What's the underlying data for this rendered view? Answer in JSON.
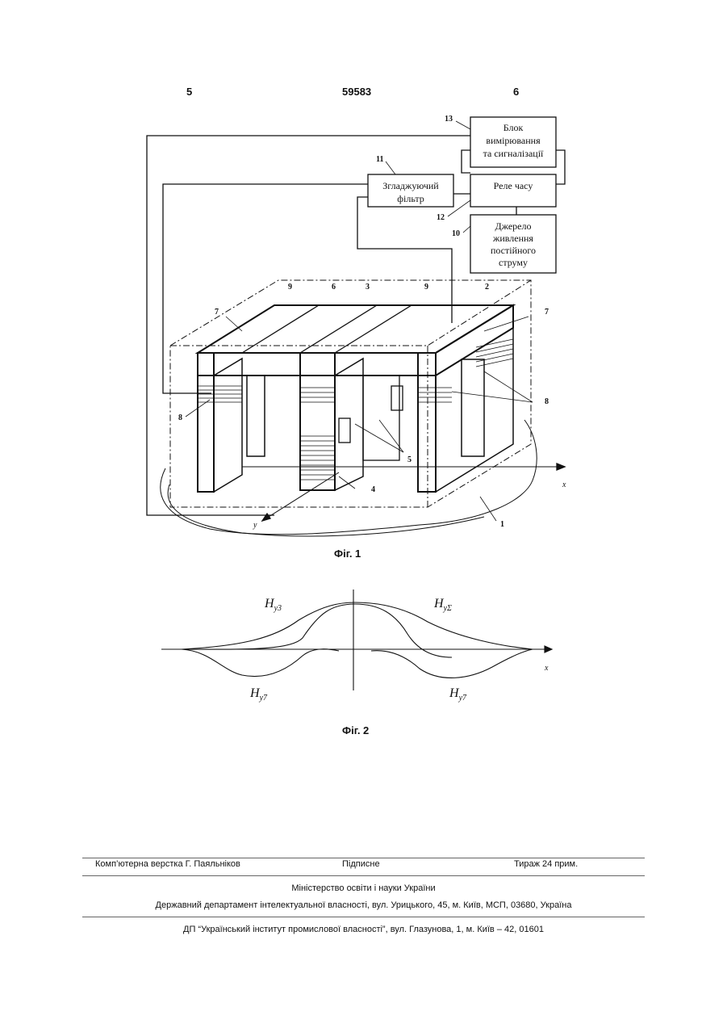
{
  "header": {
    "page_left": "5",
    "patent_number": "59583",
    "page_right": "6"
  },
  "figure1": {
    "caption": "Фіг. 1",
    "blocks": {
      "measure": [
        "Блок",
        "вимірювання",
        "та сигналізації"
      ],
      "filter": [
        "Згладжуючий",
        "фільтр"
      ],
      "relay": [
        "Реле часу"
      ],
      "power": [
        "Джерело",
        "живлення",
        "постійного",
        "струму"
      ]
    },
    "callouts": [
      "13",
      "11",
      "12",
      "10",
      "9",
      "6",
      "3",
      "9",
      "2",
      "7",
      "7",
      "8",
      "8",
      "5",
      "4",
      "1"
    ],
    "axis_x": "x",
    "axis_y": "y"
  },
  "figure2": {
    "caption": "Фіг. 2",
    "axis_x": "x",
    "labels": {
      "top_left": "H",
      "top_left_sub": "y3",
      "top_right": "H",
      "top_right_sub": "yΣ",
      "bottom_left": "H",
      "bottom_left_sub": "y7",
      "bottom_right": "H",
      "bottom_right_sub": "y7"
    }
  },
  "footer": {
    "row1": {
      "left": "Комп’ютерна верстка Г. Паяльніков",
      "center": "Підписне",
      "right": "Тираж 24 прим."
    },
    "ministry": "Міністерство освіти і науки України",
    "department": "Державний департамент інтелектуальної власності, вул. Урицького, 45, м. Київ, МСП, 03680, Україна",
    "institute": "ДП “Український інститут промислової власності”, вул. Глазунова, 1, м. Київ – 42, 01601"
  }
}
